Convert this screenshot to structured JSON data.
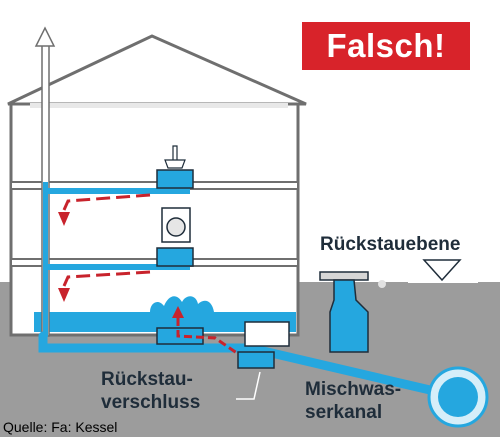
{
  "badge": {
    "text": "Falsch!",
    "color": "#d8232a"
  },
  "labels": {
    "backwater_level": "Rückstauebene",
    "check_valve_line1": "Rückstau-",
    "check_valve_line2": "verschluss",
    "sewer_line1": "Mischwas-",
    "sewer_line2": "serkanal"
  },
  "source": "Quelle: Fa: Kessel",
  "colors": {
    "water": "#25a7df",
    "ground": "#9c9c9c",
    "house_outline": "#6f6f6f",
    "flow_arrow": "#c8232c"
  },
  "icons": [
    "sink-icon",
    "washing-machine-icon",
    "backwater-level-triangle-icon",
    "vent-arrow-icon"
  ]
}
